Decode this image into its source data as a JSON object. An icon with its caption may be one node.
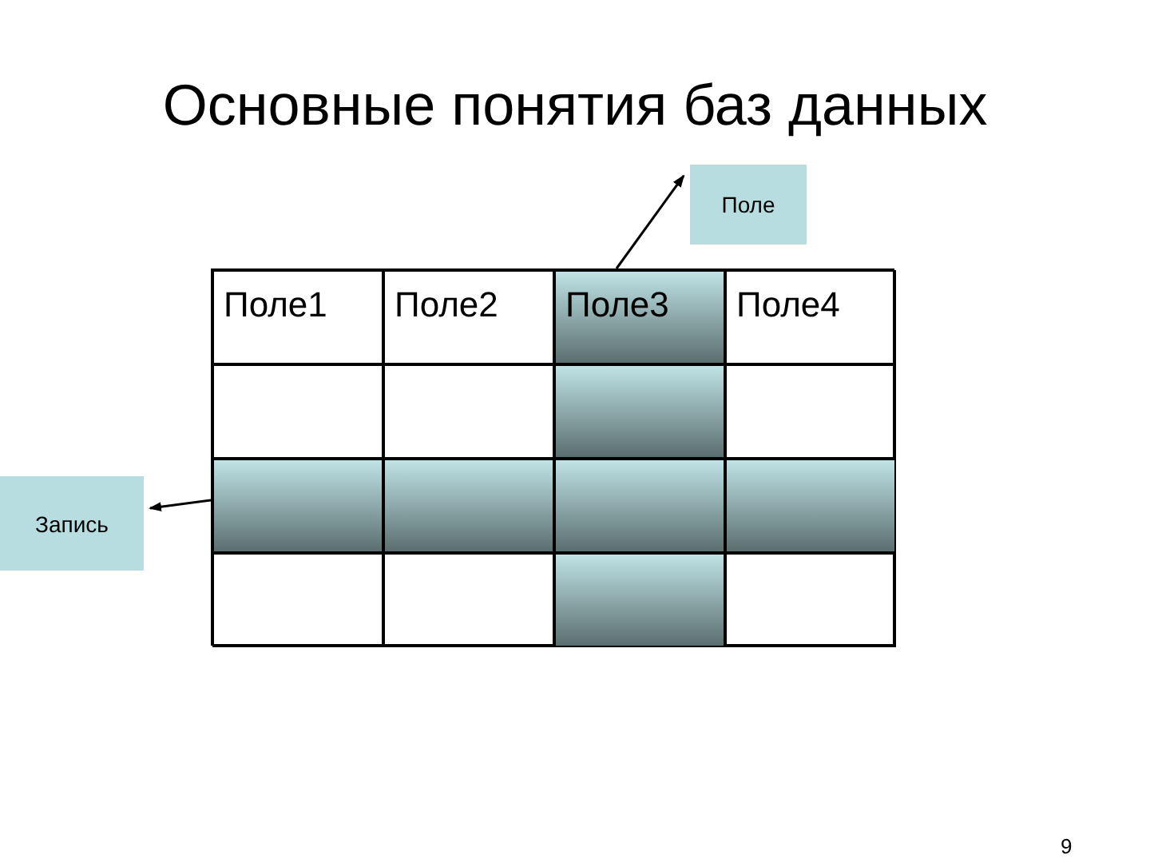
{
  "diagram": {
    "title": "Основные понятия баз данных",
    "nodes": [
      {
        "text": [
          "Поле"
        ]
      },
      {
        "text": [],
        "shape": "box"
      },
      {
        "text": [
          "Поле1"
        ],
        "in": 1
      },
      {
        "text": [
          "Поле2"
        ],
        "in": 1
      },
      {
        "text": [
          "Поле3"
        ],
        "in": 1
      },
      {
        "text": [
          "Поле4"
        ],
        "in": 1
      },
      {
        "text": [],
        "shape": "box",
        "in": 1
      },
      {
        "text": [],
        "shape": "box",
        "in": 1
      },
      {
        "text": [],
        "shape": "box",
        "in": 1
      },
      {
        "text": [],
        "shape": "box",
        "in": 1
      },
      {
        "text": [],
        "shape": "box",
        "in": 1
      },
      {
        "text": [],
        "shape": "box",
        "in": 1
      },
      {
        "text": [],
        "shape": "box",
        "in": 1
      },
      {
        "text": [],
        "shape": "box",
        "in": 1
      },
      {
        "text": [],
        "shape": "box",
        "in": 1
      },
      {
        "text": [],
        "shape": "box",
        "in": 1
      },
      {
        "text": [],
        "shape": "box",
        "in": 1
      },
      {
        "text": [],
        "shape": "box",
        "in": 1
      },
      {
        "text": [
          "Запись"
        ]
      }
    ],
    "edges": [
      {
        "from": 4,
        "to": 0,
        "arrow": "to"
      },
      {
        "from": 10,
        "to": 18,
        "arrow": "to"
      }
    ],
    "labels": [
      "9"
    ]
  }
}
